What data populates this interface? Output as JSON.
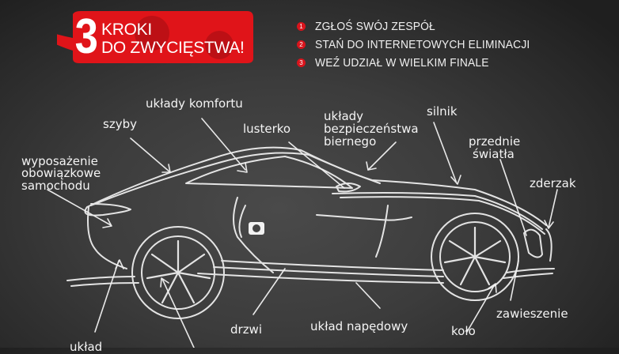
{
  "banner": {
    "number": "3",
    "line1": "KROKI",
    "line2": "DO ZWYCIĘSTWA!",
    "color": "#e01419"
  },
  "steps": [
    {
      "num": "1",
      "text": "ZGŁOŚ SWÓJ ZESPÓŁ"
    },
    {
      "num": "2",
      "text": "STAŃ DO INTERNETOWYCH  ELIMINACJI"
    },
    {
      "num": "3",
      "text": "WEŹ UDZIAŁ W WIELKIM FINALE"
    }
  ],
  "labels": {
    "uklady_komfortu": "układy komfortu",
    "szyby": "szyby",
    "lusterko": "lusterko",
    "uklady_bezp_1": "układy",
    "uklady_bezp_2": "bezpieczeństwa",
    "uklady_bezp_3": "biernego",
    "silnik": "silnik",
    "przednie_1": "przednie",
    "przednie_2": "światła",
    "zderzak": "zderzak",
    "wyposazenie_1": "wyposażenie",
    "wyposazenie_2": "obowiązkowe",
    "wyposazenie_3": "samochodu",
    "drzwi": "drzwi",
    "uklad_napedowy": "układ napędowy",
    "kolo": "koło",
    "zawieszenie": "zawieszenie",
    "uklad_partial": "układ"
  },
  "icons": {
    "camera": "camera-icon"
  }
}
